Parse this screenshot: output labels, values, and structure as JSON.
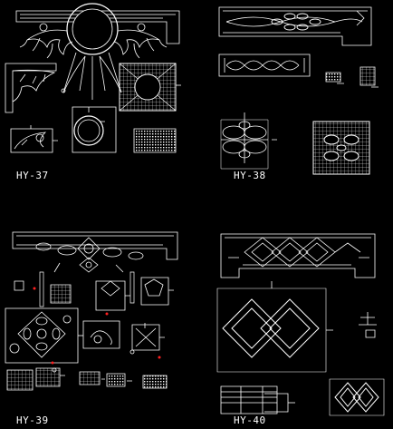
{
  "drawing": {
    "background": "#000000",
    "line_color": "#ffffff",
    "accent_color": "#ff2020",
    "panels": [
      {
        "id": "hy-37",
        "label": "HY-37"
      },
      {
        "id": "hy-38",
        "label": "HY-38"
      },
      {
        "id": "hy-39",
        "label": "HY-39"
      },
      {
        "id": "hy-40",
        "label": "HY-40"
      }
    ]
  }
}
